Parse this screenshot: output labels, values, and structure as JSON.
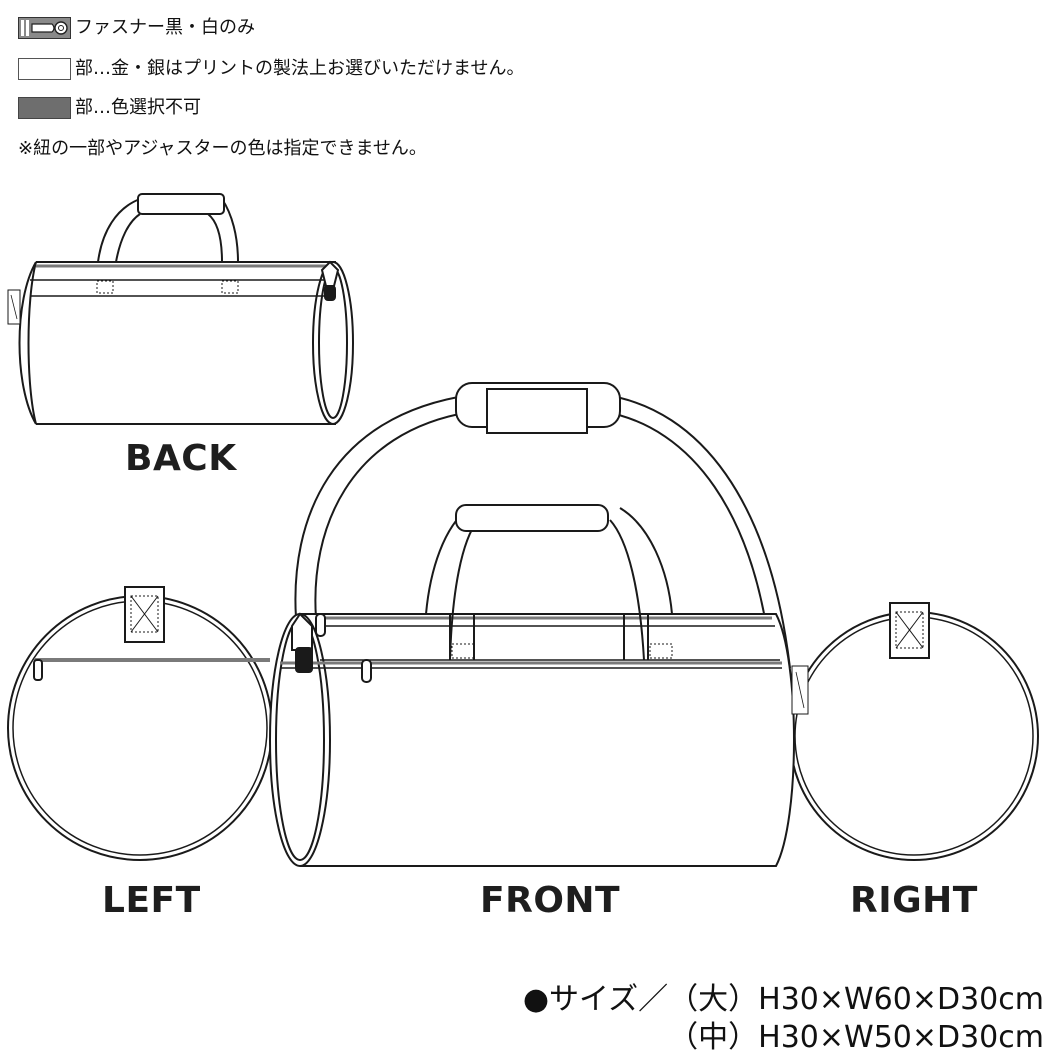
{
  "legend": {
    "zipper_note": "ファスナー黒・白のみ",
    "white_note": "部…金・銀はプリントの製法上お選びいただけません。",
    "gray_note": "部…色選択不可",
    "cord_note": "※紐の一部やアジャスターの色は指定できません。"
  },
  "views": {
    "back": "BACK",
    "left": "LEFT",
    "front": "FRONT",
    "right": "RIGHT"
  },
  "sizes": {
    "large": "●サイズ／（大）H30×W60×D30cm",
    "medium": "（中）H30×W50×D30cm"
  },
  "colors": {
    "outline": "#1a1a1a",
    "zipper_tape": "#7a7a7a",
    "noncolor_part": "#6e6e6e"
  }
}
